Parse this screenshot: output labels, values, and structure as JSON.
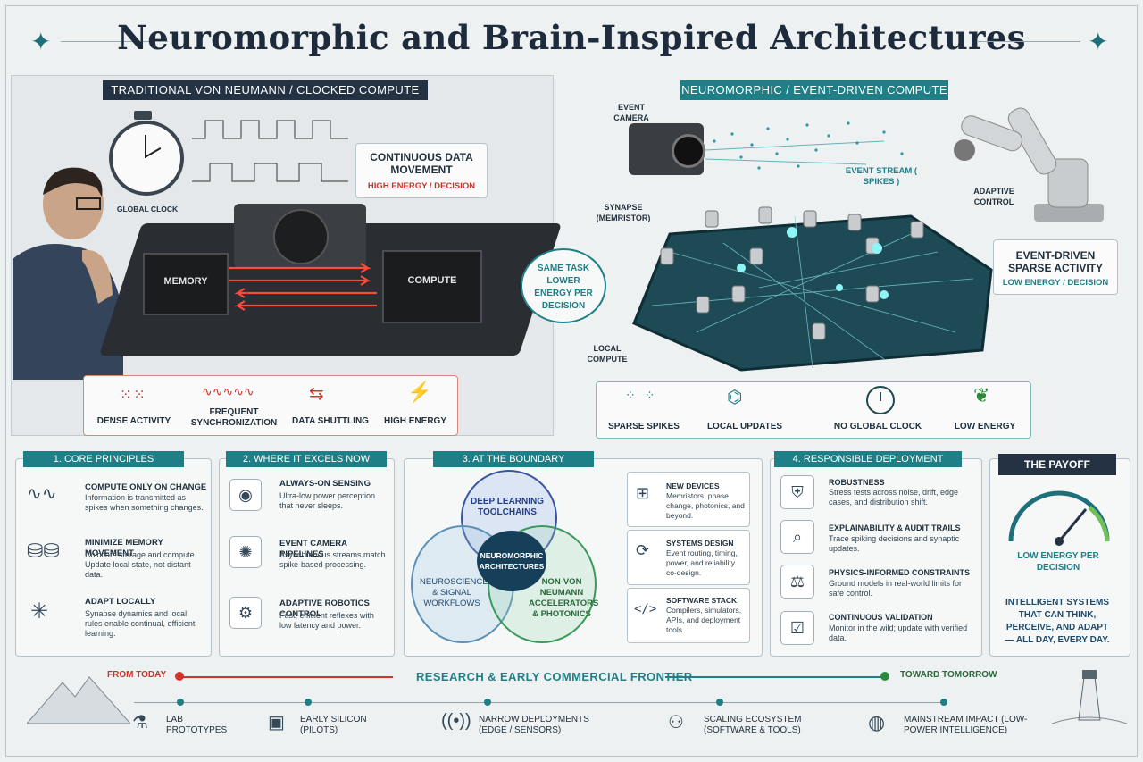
{
  "title": "Neuromorphic and Brain-Inspired Architectures",
  "left_panel": {
    "header": "TRADITIONAL VON NEUMANN / CLOCKED COMPUTE",
    "global_clock": "GLOBAL CLOCK",
    "callout_title": "CONTINUOUS DATA MOVEMENT",
    "callout_sub": "HIGH ENERGY / DECISION",
    "memory": "MEMORY",
    "compute": "COMPUTE",
    "features": [
      "DENSE ACTIVITY",
      "FREQUENT SYNCHRONIZATION",
      "DATA SHUTTLING",
      "HIGH ENERGY"
    ]
  },
  "middle_badge": "SAME TASK LOWER ENERGY PER DECISION",
  "right_panel": {
    "header": "NEUROMORPHIC / EVENT-DRIVEN COMPUTE",
    "event_camera": "EVENT CAMERA",
    "synapse": "SYNAPSE (MEMRISTOR)",
    "event_stream": "EVENT STREAM ( SPIKES )",
    "adaptive_control": "ADAPTIVE CONTROL",
    "local_compute": "LOCAL COMPUTE",
    "callout_title": "EVENT-DRIVEN SPARSE ACTIVITY",
    "callout_sub": "LOW ENERGY / DECISION",
    "features": [
      "SPARSE SPIKES",
      "LOCAL UPDATES",
      "NO GLOBAL CLOCK",
      "LOW ENERGY"
    ]
  },
  "core_principles": {
    "header": "1. CORE PRINCIPLES",
    "items": [
      {
        "title": "COMPUTE ONLY ON CHANGE",
        "text": "Information is transmitted as spikes when something changes."
      },
      {
        "title": "MINIMIZE MEMORY MOVEMENT",
        "text": "Colocate storage and compute. Update local state, not distant data."
      },
      {
        "title": "ADAPT LOCALLY",
        "text": "Synapse dynamics and local rules enable continual, efficient learning."
      }
    ]
  },
  "excels": {
    "header": "2. WHERE IT EXCELS NOW",
    "items": [
      {
        "title": "ALWAYS-ON SENSING",
        "text": "Ultra-low power perception that never sleeps."
      },
      {
        "title": "EVENT CAMERA PIPELINES",
        "text": "Asynchronous streams match spike-based processing."
      },
      {
        "title": "ADAPTIVE ROBOTICS CONTROL",
        "text": "Fast, efficient reflexes with low latency and power."
      }
    ]
  },
  "boundary": {
    "header": "3. AT THE BOUNDARY",
    "venn_top": "DEEP LEARNING TOOLCHAINS",
    "venn_left": "NEUROSCIENCE & SIGNAL WORKFLOWS",
    "venn_right": "NON-VON NEUMANN ACCELERATORS & PHOTONICS",
    "venn_center": "NEUROMORPHIC ARCHITECTURES",
    "items": [
      {
        "title": "NEW DEVICES",
        "text": "Memristors, phase change, photonics, and beyond."
      },
      {
        "title": "SYSTEMS DESIGN",
        "text": "Event routing, timing, power, and reliability co-design."
      },
      {
        "title": "SOFTWARE STACK",
        "text": "Compilers, simulators, APIs, and deployment tools."
      }
    ]
  },
  "responsible": {
    "header": "4. RESPONSIBLE DEPLOYMENT",
    "items": [
      {
        "title": "ROBUSTNESS",
        "text": "Stress tests across noise, drift, edge cases, and distribution shift."
      },
      {
        "title": "EXPLAINABILITY & AUDIT TRAILS",
        "text": "Trace spiking decisions and synaptic updates."
      },
      {
        "title": "PHYSICS-INFORMED CONSTRAINTS",
        "text": "Ground models in real-world limits for safe control."
      },
      {
        "title": "CONTINUOUS VALIDATION",
        "text": "Monitor in the wild; update with verified data."
      }
    ]
  },
  "payoff": {
    "header": "THE PAYOFF",
    "gauge_label": "LOW ENERGY PER DECISION",
    "text": "INTELLIGENT SYSTEMS THAT CAN THINK, PERCEIVE, AND ADAPT— ALL DAY, EVERY DAY."
  },
  "timeline": {
    "from": "FROM TODAY",
    "middle": "RESEARCH & EARLY COMMERCIAL FRONTIER",
    "to": "TOWARD TOMORROW",
    "stages": [
      "LAB PROTOTYPES",
      "EARLY SILICON (PILOTS)",
      "NARROW DEPLOYMENTS (EDGE / SENSORS)",
      "SCALING ECOSYSTEM (SOFTWARE & TOOLS)",
      "MAINSTREAM IMPACT (LOW-POWER INTELLIGENCE)"
    ]
  },
  "colors": {
    "accent_teal": "#1f7f86",
    "dark_navy": "#243244",
    "hot_red": "#d0342c"
  }
}
